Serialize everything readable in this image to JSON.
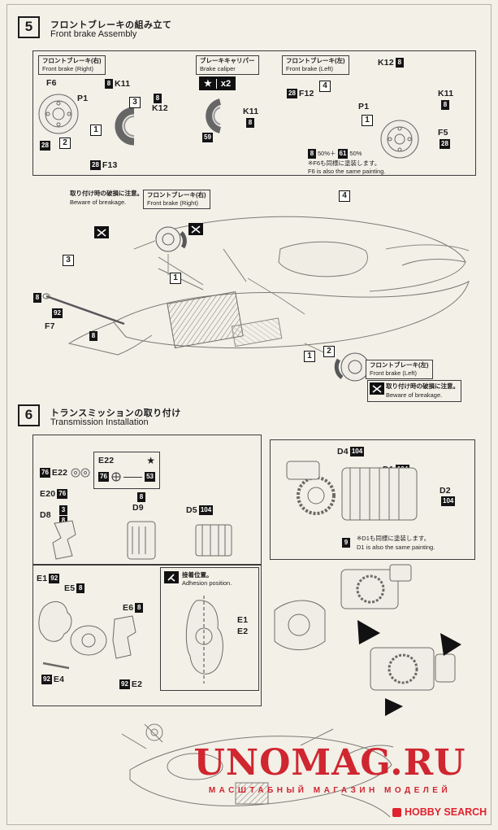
{
  "steps": {
    "s5": {
      "num": "5",
      "jp": "フロントブレーキの組み立て",
      "en": "Front brake Assembly"
    },
    "s6": {
      "num": "6",
      "jp": "トランスミッションの取り付け",
      "en": "Transmission Installation"
    }
  },
  "labels": {
    "front_brake_right_jp": "フロントブレーキ(右)",
    "front_brake_right_en": "Front brake (Right)",
    "front_brake_left_jp": "フロントブレーキ(左)",
    "front_brake_left_en": "Front brake (Left)",
    "brake_caliper_jp": "ブレーキキャリパー",
    "brake_caliper_en": "Brake caliper",
    "breakage_jp": "取り付け時の破損に注意。",
    "breakage_en": "Beware of breakage.",
    "adhesion_jp": "接着位置。",
    "adhesion_en": "Adhesion position.",
    "f6_note_jp": "※F6も同様に塗装します。",
    "f6_note_en": "F6 is also the same painting.",
    "d1_note_jp": "※D1も同様に塗装します。",
    "d1_note_en": "D1 is also the same painting.",
    "mix_a": "50%＋",
    "mix_b": "50%",
    "qty": "x2",
    "star": "★"
  },
  "parts": {
    "f6": "F6",
    "p1": "P1",
    "k11": "K11",
    "k12": "K12",
    "f13": "F13",
    "f12": "F12",
    "f5": "F5",
    "f7": "F7",
    "e22": "E22",
    "e20": "E20",
    "d8": "D8",
    "d9": "D9",
    "d5": "D5",
    "d4": "D4",
    "d1": "D1",
    "d2": "D2",
    "e1": "E1",
    "e2": "E2",
    "e4": "E4",
    "e5": "E5",
    "e6": "E6"
  },
  "badges": {
    "b3": "3",
    "b8": "8",
    "b9": "9",
    "b28": "28",
    "b53": "53",
    "b59": "59",
    "b61": "61",
    "b76": "76",
    "b92": "92",
    "b104": "104"
  },
  "orders": {
    "o1": "1",
    "o2": "2",
    "o3": "3",
    "o4": "4"
  },
  "watermark": {
    "title": "UNOMAG.RU",
    "subtitle": "МАСШТАБНЫЙ МАГАЗИН МОДЕЛЕЙ"
  },
  "footer": {
    "brand": "HOBBY SEARCH"
  }
}
